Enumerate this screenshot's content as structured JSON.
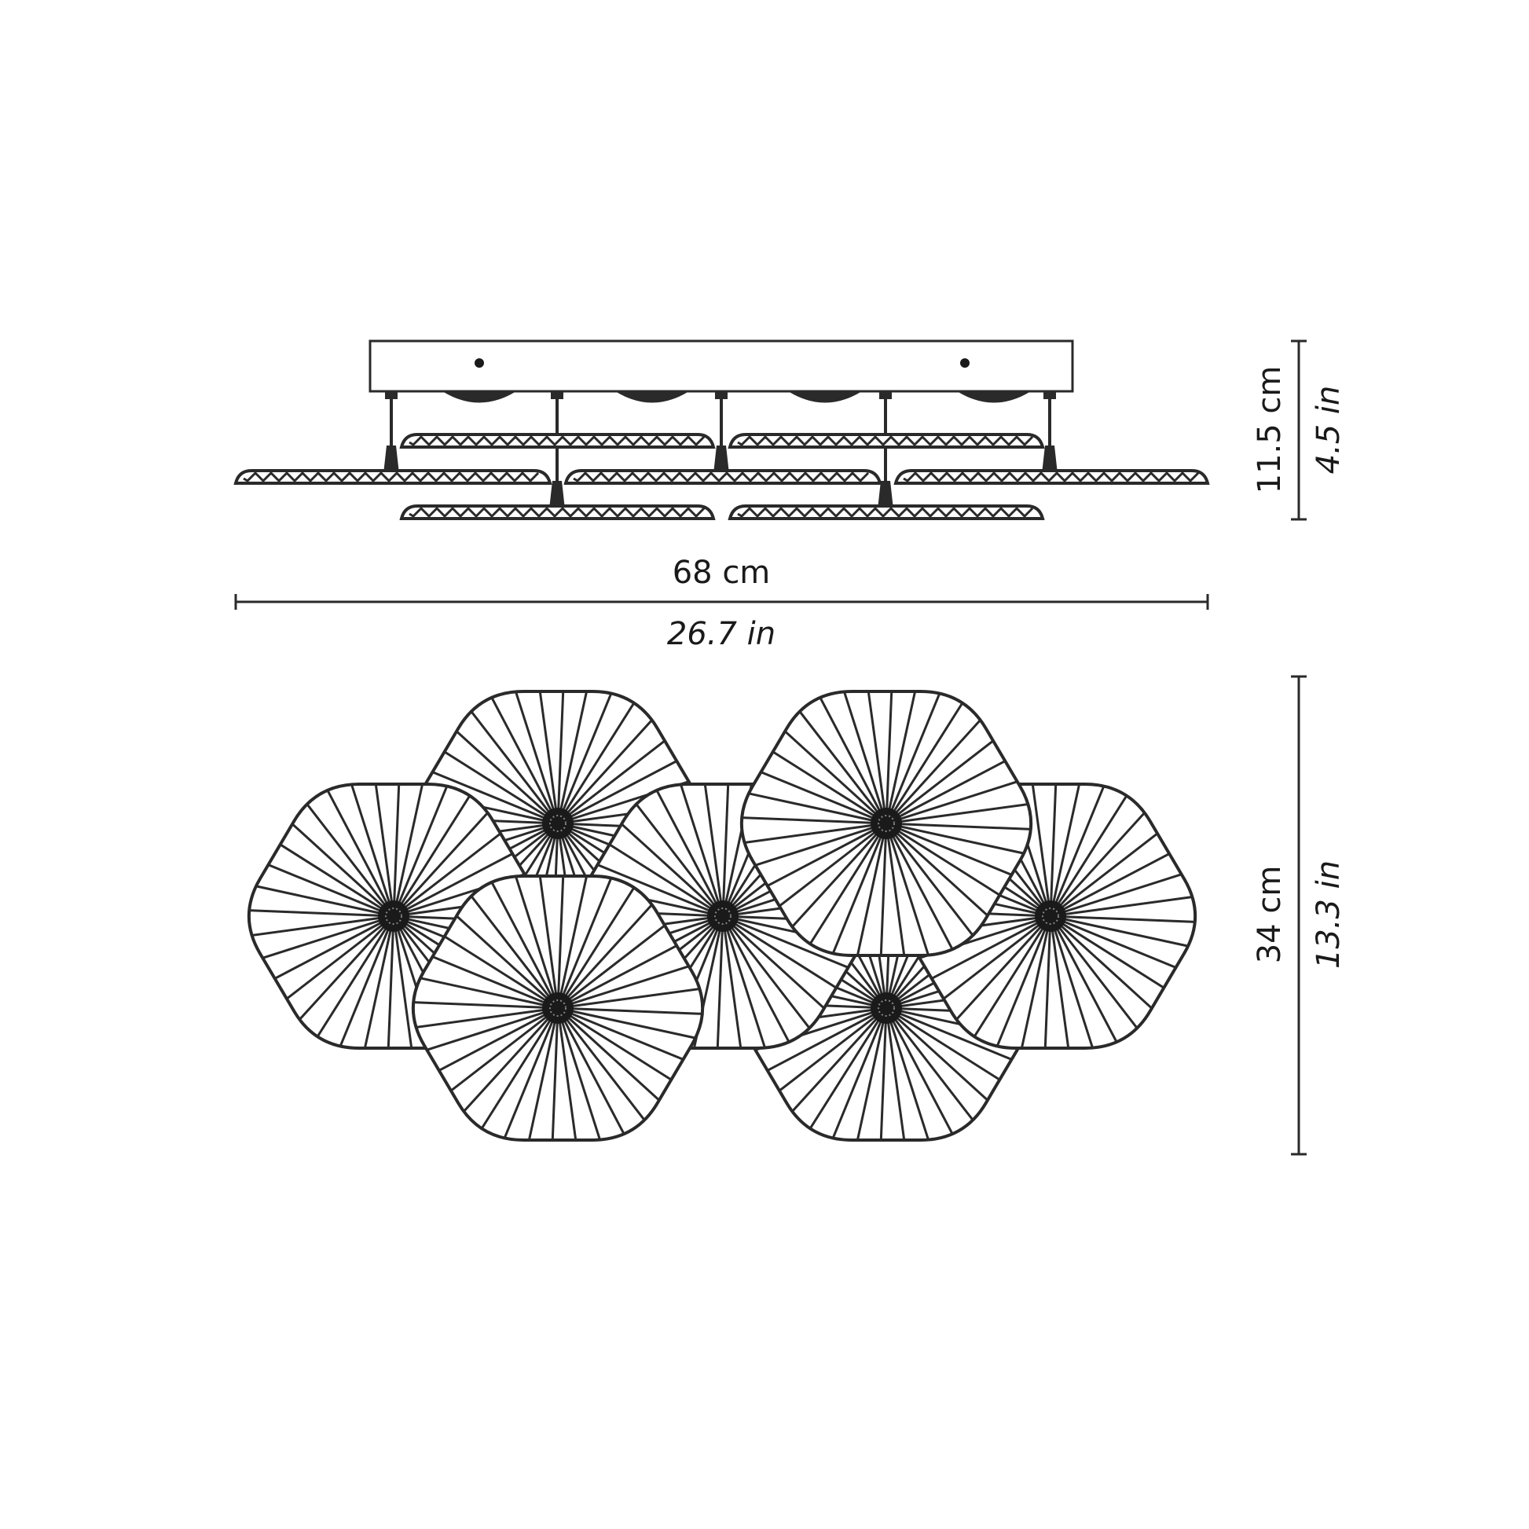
{
  "side_view": {
    "width_cm": "68 cm",
    "width_in": "26.7 in",
    "height_cm": "11.5 cm",
    "height_in": "4.5 in"
  },
  "top_view": {
    "depth_cm": "34 cm",
    "depth_in": "13.3 in"
  },
  "colors": {
    "line": "#2a2a2a",
    "background": "#ffffff"
  }
}
